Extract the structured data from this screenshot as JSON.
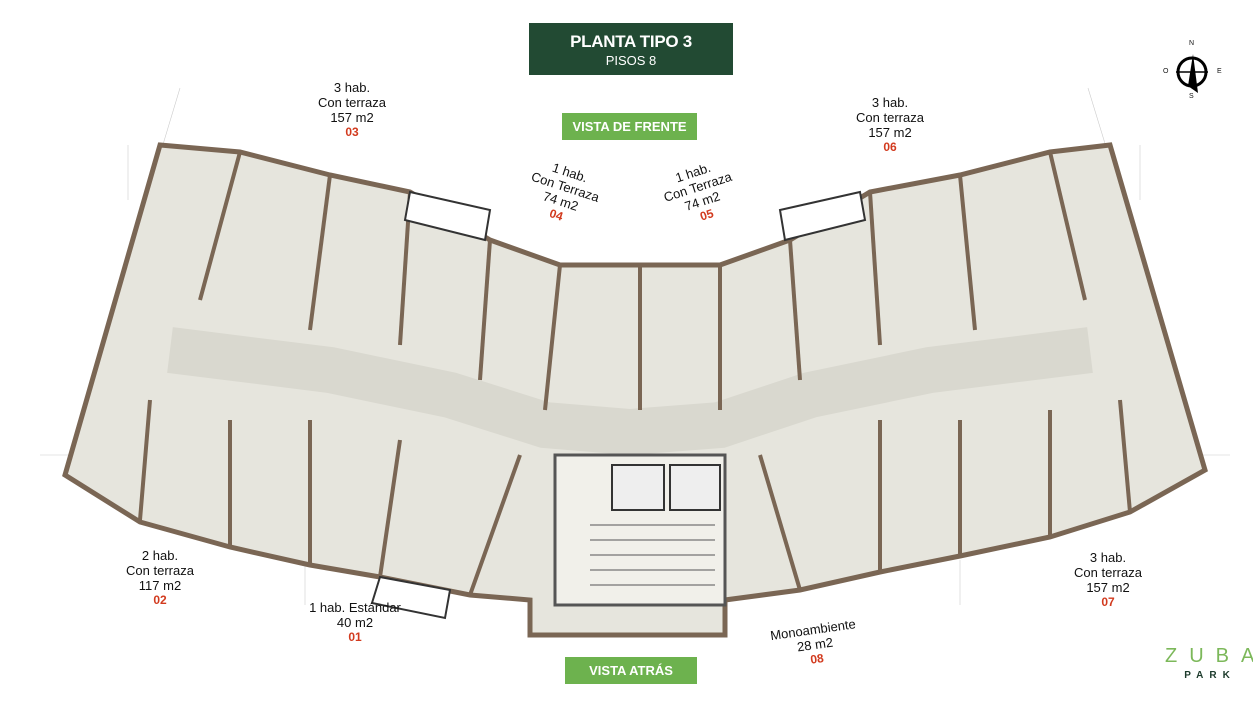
{
  "header": {
    "title": "PLANTA TIPO 3",
    "subtitle": "PISOS 8"
  },
  "views": {
    "front": "VISTA DE FRENTE",
    "back": "VISTA ATRÁS"
  },
  "compass": {
    "n": "N",
    "s": "S",
    "e": "E",
    "o": "O"
  },
  "logo": {
    "line1": "ZUBA",
    "line2": "PARK"
  },
  "colors": {
    "title_bg": "#224a33",
    "vista_bg": "#6db24e",
    "unit_number": "#d23a1e",
    "wall": "#7a6654",
    "floor": "#e6e5dd"
  },
  "units": [
    {
      "id": "03",
      "lines": [
        "3 hab.",
        "Con terraza",
        "157 m2"
      ]
    },
    {
      "id": "04",
      "lines": [
        "1 hab.",
        "Con Terraza",
        "74 m2"
      ]
    },
    {
      "id": "05",
      "lines": [
        "1 hab.",
        "Con Terraza",
        "74 m2"
      ]
    },
    {
      "id": "06",
      "lines": [
        "3 hab.",
        "Con terraza",
        "157 m2"
      ]
    },
    {
      "id": "02",
      "lines": [
        "2 hab.",
        "Con terraza",
        "117 m2"
      ]
    },
    {
      "id": "01",
      "lines": [
        "1 hab. Estándar",
        "40 m2"
      ]
    },
    {
      "id": "08",
      "lines": [
        "Monoambiente",
        "28 m2"
      ]
    },
    {
      "id": "07",
      "lines": [
        "3 hab.",
        "Con terraza",
        "157 m2"
      ]
    }
  ]
}
